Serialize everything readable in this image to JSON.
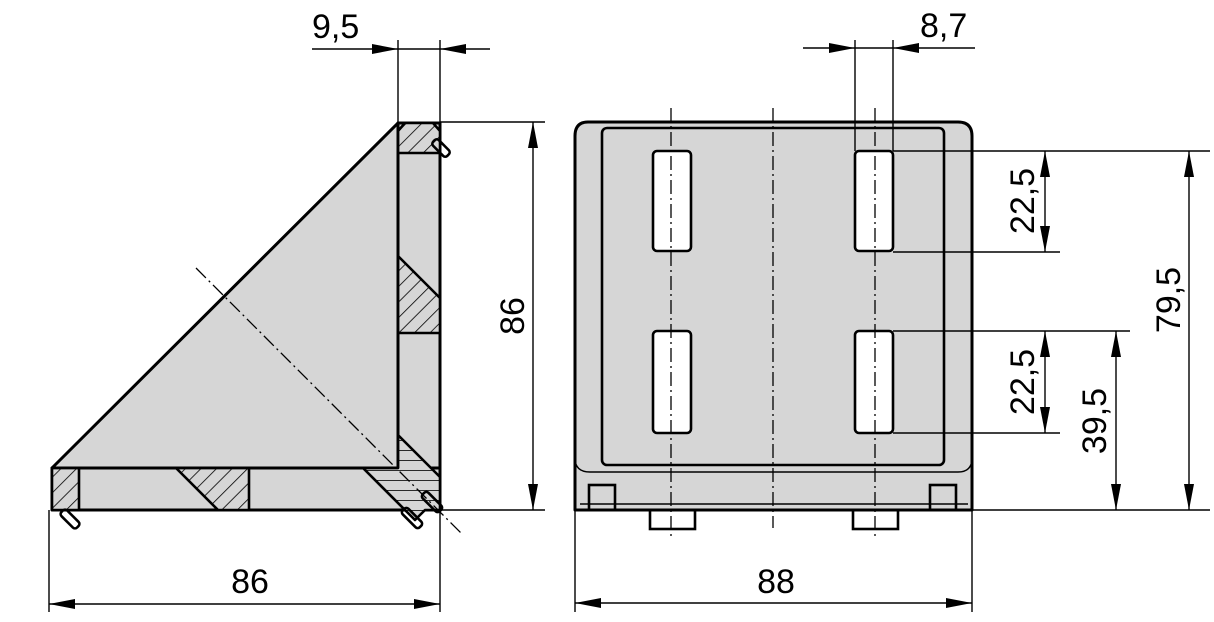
{
  "drawing": {
    "title": "Angle bracket technical drawing (side view and front view)",
    "colors": {
      "part_fill": "#d6d6d6",
      "outline": "#000000",
      "background": "#ffffff",
      "slot_fill": "#ffffff"
    },
    "side_view": {
      "dimensions": {
        "wall_thickness": "9,5",
        "height": "86",
        "width": "86"
      }
    },
    "front_view": {
      "dimensions": {
        "slot_width": "8,7",
        "upper_slot_length": "22,5",
        "lower_slot_length": "22,5",
        "lower_slot_top_from_base": "39,5",
        "upper_slot_top_from_base": "79,5",
        "overall_width": "88"
      },
      "slots": 4,
      "bottom_tabs": 2
    }
  }
}
